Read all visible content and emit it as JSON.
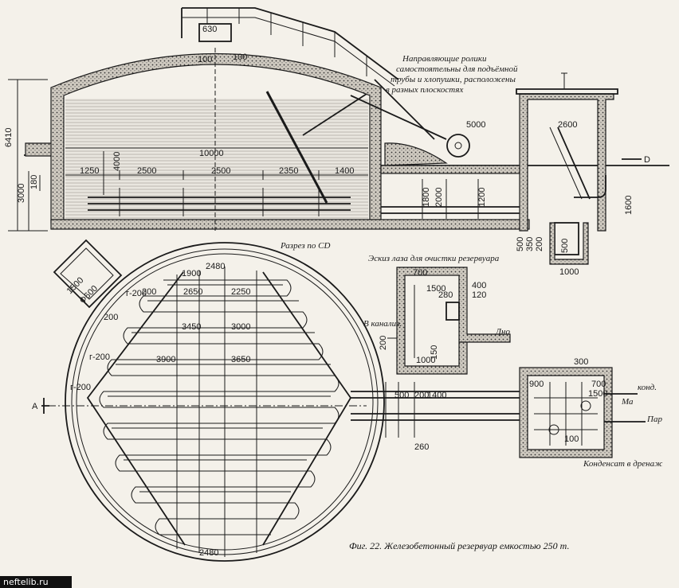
{
  "labels": {
    "section_cd": "Разрез по CD",
    "manhole_sketch": "Эскиз лаза для очистки резервуара",
    "rollers_note_1": "Направляющие ролики",
    "rollers_note_2": "самостоятельны для подъёмной",
    "rollers_note_3": "трубы и хлопушки, расположены",
    "rollers_note_4": "в разных плоскостях",
    "to_sewer": "В канализ.",
    "bottom": "Дно",
    "condensate": "Конденсат в дренаж",
    "kond": "конд.",
    "par": "Пар",
    "ma": "Ма",
    "axis_a": "A",
    "axis_d": "D",
    "caption": "Фиг. 22. Железобетонный резервуар емкостью 250 т.",
    "watermark": "neftelib.ru"
  },
  "dims": {
    "d6410": "6410",
    "d3000": "3000",
    "d630": "630",
    "d100a": "100",
    "d100b": "100",
    "d4000": "4000",
    "d10000": "10000",
    "d1250": "1250",
    "d2500a": "2500",
    "d2500b": "2500",
    "d2350": "2350",
    "d1400": "1400",
    "d5000": "5000",
    "d2600": "2600",
    "d1800": "1800",
    "d2000": "2000",
    "d1200": "1200",
    "d1600": "1600",
    "d500": "500",
    "d350": "350",
    "d200": "200",
    "d1000": "1000",
    "d500b": "500",
    "d180": "180",
    "d1500": "1500",
    "d600": "Ф600",
    "d2480a": "2480",
    "d1900": "1900",
    "d2650": "2650",
    "d2250": "2250",
    "d3450": "3450",
    "d3000b": "3000",
    "d3900": "3900",
    "d3650": "3650",
    "d2480b": "2480",
    "r200a": "г-200",
    "r200b": "г-200",
    "r200c": "г-200",
    "d200c": "200",
    "d200d": "200",
    "m700": "700",
    "m1500": "1500",
    "m400": "400",
    "m120": "120",
    "m280": "280",
    "m1000": "1000",
    "m150": "150",
    "m200": "200",
    "p500": "500",
    "p200": "200",
    "p1400": "1400",
    "p260": "260",
    "b300": "300",
    "b900": "900",
    "b700": "700",
    "b100": "100",
    "b1500": "1500"
  }
}
